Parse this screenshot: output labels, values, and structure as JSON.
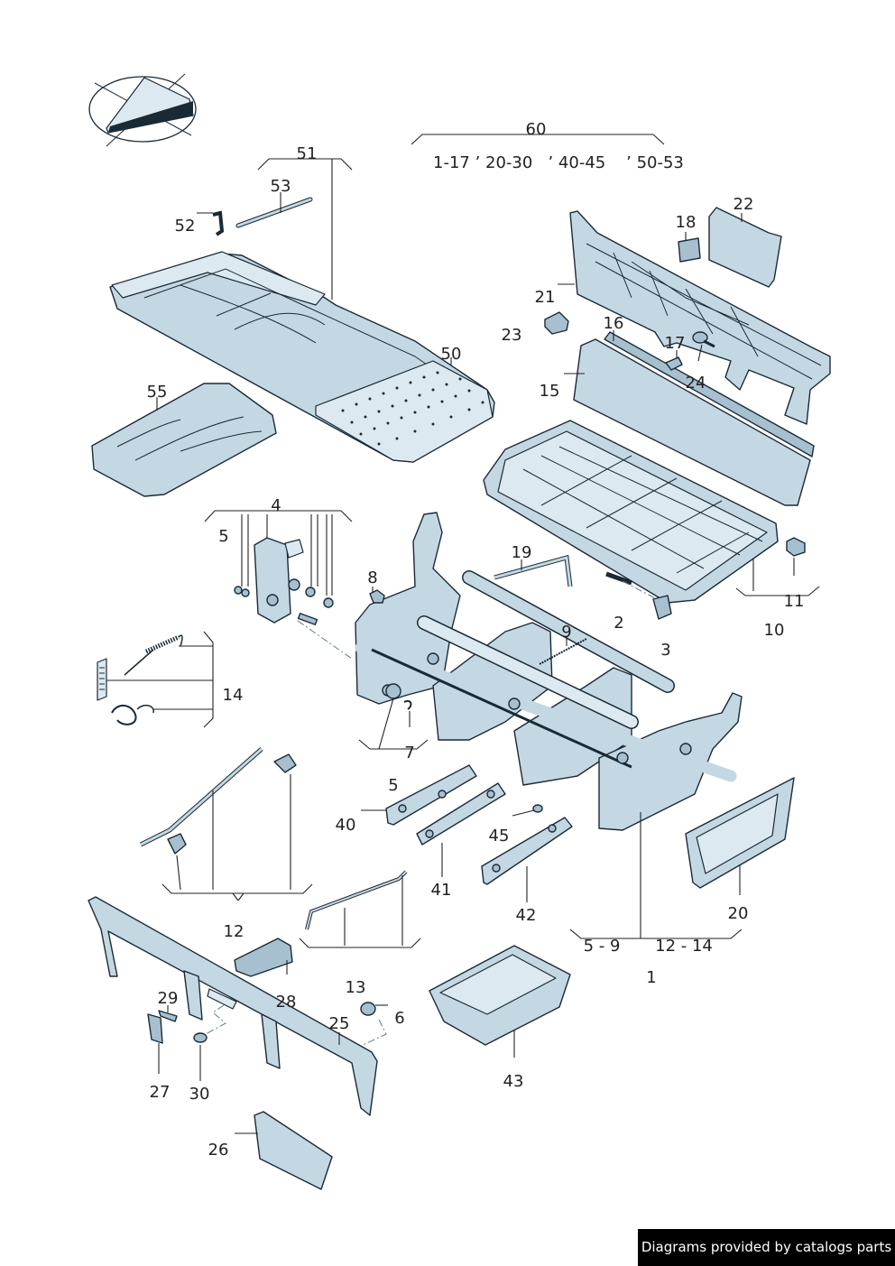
{
  "diagram": {
    "labels": {
      "l60": "60",
      "l60_ranges": "1-17 ’ 20-30   ’ 40-45    ’ 50-53",
      "l51": "51",
      "l53": "53",
      "l52": "52",
      "l50": "50",
      "l55": "55",
      "l18": "18",
      "l22": "22",
      "l21": "21",
      "l23": "23",
      "l16": "16",
      "l17": "17",
      "l24": "24",
      "l15": "15",
      "l4": "4",
      "l5a": "5",
      "l8": "8",
      "l19": "19",
      "l2": "2",
      "l3": "3",
      "l9": "9",
      "l11": "11",
      "l10": "10",
      "l14": "14",
      "l7": "7",
      "l5b": "5",
      "l40": "40",
      "l45": "45",
      "l41": "41",
      "l42": "42",
      "l20": "20",
      "l12": "12",
      "l13": "13",
      "l6": "6",
      "l28": "28",
      "l29": "29",
      "l25": "25",
      "l27": "27",
      "l30": "30",
      "l43": "43",
      "l5_9": "5 - 9",
      "l12_14": "12 - 14",
      "l1": "1",
      "l26": "26"
    }
  },
  "footer": {
    "text": "Diagrams provided by catalogs parts"
  },
  "colors": {
    "part_fill": "#c4d8e4",
    "outline": "#1a2a35",
    "footer_bg": "#000000"
  },
  "icons": {
    "orientation": "compass-arrow-icon"
  }
}
